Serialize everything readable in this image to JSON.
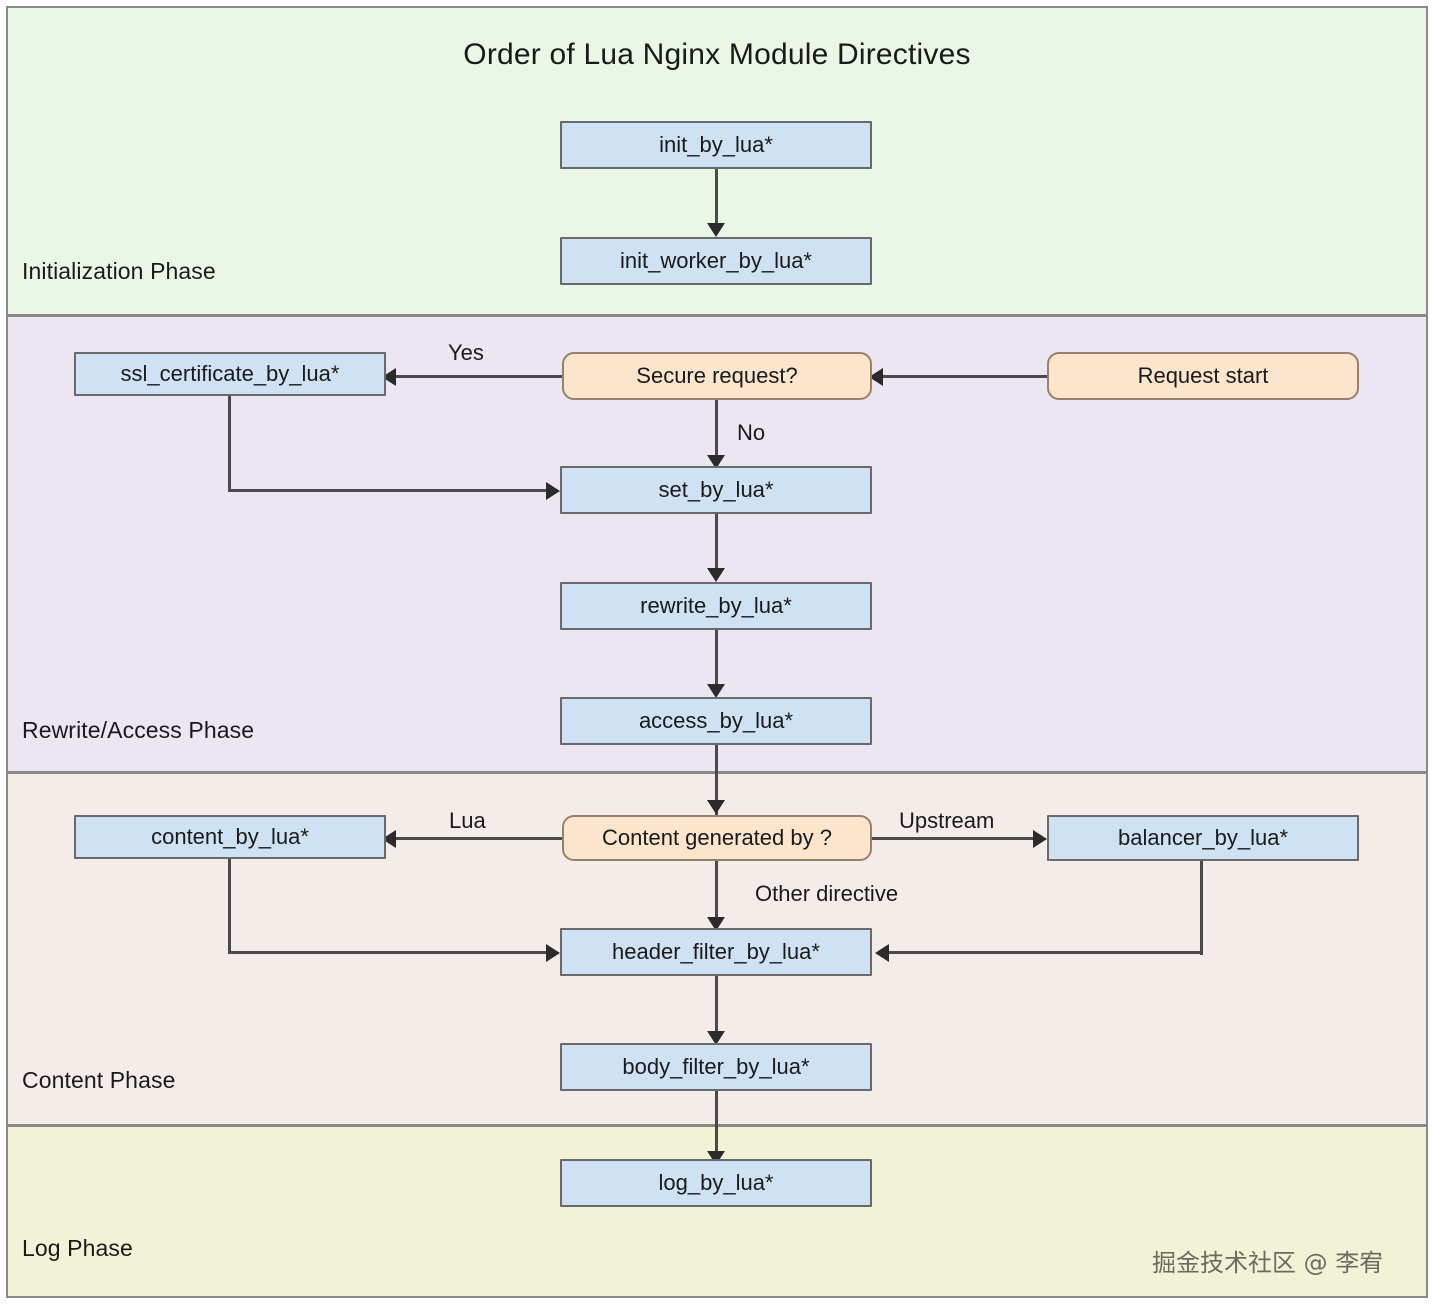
{
  "title": "Order of Lua Nginx Module Directives",
  "watermark": "掘金技术社区 @ 李宥",
  "colors": {
    "process_fill": "#cfe2f3",
    "process_stroke": "#6a6a6a",
    "decision_fill": "#fce5cd",
    "decision_stroke": "#9a7f6a",
    "band_init": "#eaf6e6",
    "band_rewrite": "#ece5f2",
    "band_content": "#f4ece9",
    "band_log": "#f2f2d6",
    "edge": "#4a4a4a",
    "text": "#1a1a1a"
  },
  "phases": [
    {
      "id": "initialization",
      "label": "Initialization Phase"
    },
    {
      "id": "rewrite_access",
      "label": "Rewrite/Access Phase"
    },
    {
      "id": "content",
      "label": "Content Phase"
    },
    {
      "id": "log",
      "label": "Log Phase"
    }
  ],
  "nodes": [
    {
      "id": "init_by_lua",
      "label": "init_by_lua*",
      "type": "process",
      "phase": "initialization"
    },
    {
      "id": "init_worker_by_lua",
      "label": "init_worker_by_lua*",
      "type": "process",
      "phase": "initialization"
    },
    {
      "id": "request_start",
      "label": "Request start",
      "type": "decision",
      "phase": "rewrite_access"
    },
    {
      "id": "secure_request",
      "label": "Secure request?",
      "type": "decision",
      "phase": "rewrite_access"
    },
    {
      "id": "ssl_certificate_by_lua",
      "label": "ssl_certificate_by_lua*",
      "type": "process",
      "phase": "rewrite_access"
    },
    {
      "id": "set_by_lua",
      "label": "set_by_lua*",
      "type": "process",
      "phase": "rewrite_access"
    },
    {
      "id": "rewrite_by_lua",
      "label": "rewrite_by_lua*",
      "type": "process",
      "phase": "rewrite_access"
    },
    {
      "id": "access_by_lua",
      "label": "access_by_lua*",
      "type": "process",
      "phase": "rewrite_access"
    },
    {
      "id": "content_generated_by",
      "label": "Content generated by ?",
      "type": "decision",
      "phase": "content"
    },
    {
      "id": "content_by_lua",
      "label": "content_by_lua*",
      "type": "process",
      "phase": "content"
    },
    {
      "id": "balancer_by_lua",
      "label": "balancer_by_lua*",
      "type": "process",
      "phase": "content"
    },
    {
      "id": "header_filter_by_lua",
      "label": "header_filter_by_lua*",
      "type": "process",
      "phase": "content"
    },
    {
      "id": "body_filter_by_lua",
      "label": "body_filter_by_lua*",
      "type": "process",
      "phase": "content"
    },
    {
      "id": "log_by_lua",
      "label": "log_by_lua*",
      "type": "process",
      "phase": "log"
    }
  ],
  "edge_labels": {
    "yes": "Yes",
    "no": "No",
    "lua": "Lua",
    "upstream": "Upstream",
    "other_directive": "Other directive"
  },
  "edges": [
    {
      "from": "init_by_lua",
      "to": "init_worker_by_lua",
      "label": ""
    },
    {
      "from": "request_start",
      "to": "secure_request",
      "label": ""
    },
    {
      "from": "secure_request",
      "to": "ssl_certificate_by_lua",
      "label": "Yes"
    },
    {
      "from": "secure_request",
      "to": "set_by_lua",
      "label": "No"
    },
    {
      "from": "ssl_certificate_by_lua",
      "to": "set_by_lua",
      "label": ""
    },
    {
      "from": "set_by_lua",
      "to": "rewrite_by_lua",
      "label": ""
    },
    {
      "from": "rewrite_by_lua",
      "to": "access_by_lua",
      "label": ""
    },
    {
      "from": "access_by_lua",
      "to": "content_generated_by",
      "label": ""
    },
    {
      "from": "content_generated_by",
      "to": "content_by_lua",
      "label": "Lua"
    },
    {
      "from": "content_generated_by",
      "to": "balancer_by_lua",
      "label": "Upstream"
    },
    {
      "from": "content_generated_by",
      "to": "header_filter_by_lua",
      "label": "Other directive"
    },
    {
      "from": "content_by_lua",
      "to": "header_filter_by_lua",
      "label": ""
    },
    {
      "from": "balancer_by_lua",
      "to": "header_filter_by_lua",
      "label": ""
    },
    {
      "from": "header_filter_by_lua",
      "to": "body_filter_by_lua",
      "label": ""
    },
    {
      "from": "body_filter_by_lua",
      "to": "log_by_lua",
      "label": ""
    }
  ]
}
